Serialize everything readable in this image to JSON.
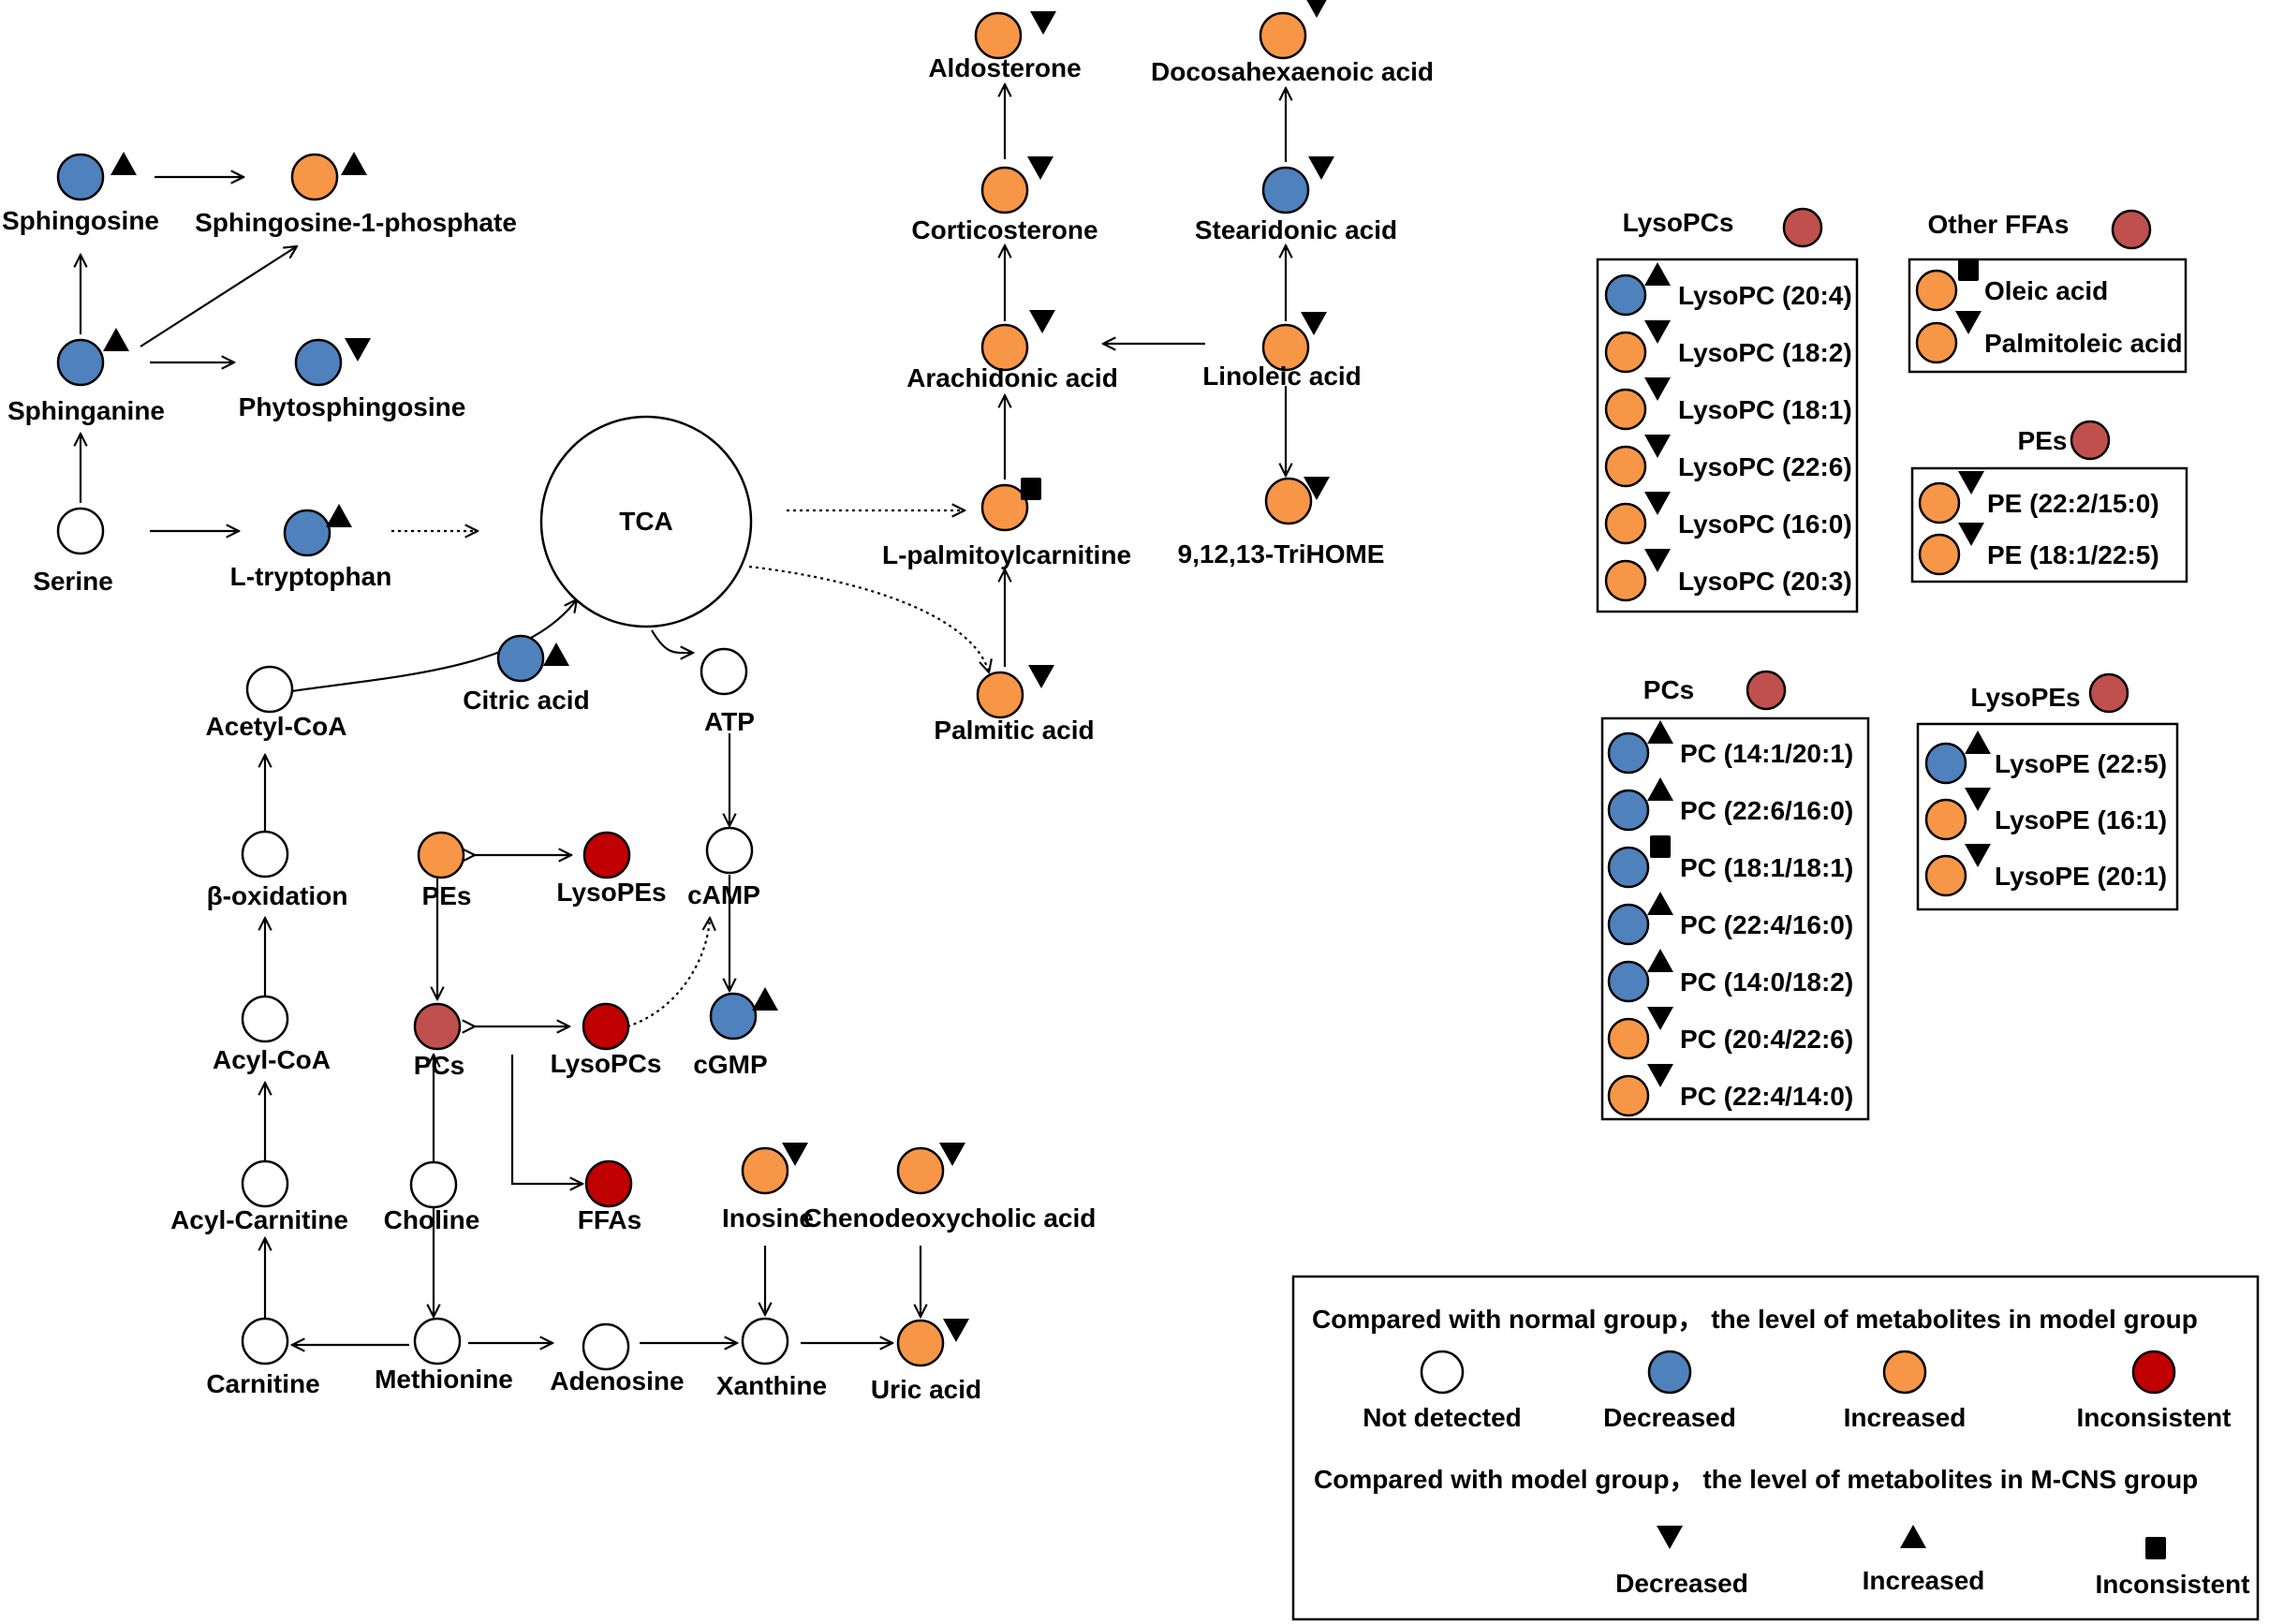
{
  "colors": {
    "not_detected": "#ffffff",
    "decreased": "#4f81bd",
    "increased": "#f79646",
    "inconsistent": "#c00000",
    "group_header": "#c0504d",
    "pcs_node": "#c0504d",
    "stroke": "#000000"
  },
  "nodes": {
    "sphingosine": {
      "label": "Sphingosine",
      "status": "decreased",
      "mark": "up"
    },
    "s1p": {
      "label": "Sphingosine-1-phosphate",
      "status": "increased",
      "mark": "up"
    },
    "sphinganine": {
      "label": "Sphinganine",
      "status": "decreased",
      "mark": "up"
    },
    "phytosphingosine": {
      "label": "Phytosphingosine",
      "status": "decreased",
      "mark": "down"
    },
    "serine": {
      "label": "Serine",
      "status": "not_detected",
      "mark": ""
    },
    "tryptophan": {
      "label": "L-tryptophan",
      "status": "decreased",
      "mark": "up"
    },
    "tca": {
      "label": "TCA"
    },
    "citric": {
      "label": "Citric acid",
      "status": "decreased",
      "mark": "up"
    },
    "acetylcoa": {
      "label": "Acetyl-CoA",
      "status": "not_detected",
      "mark": ""
    },
    "atp": {
      "label": "ATP",
      "status": "not_detected",
      "mark": ""
    },
    "boxidation": {
      "label": "β-oxidation",
      "status": "not_detected",
      "mark": ""
    },
    "acylcoa": {
      "label": "Acyl-CoA",
      "status": "not_detected",
      "mark": ""
    },
    "acylcarnitine": {
      "label": "Acyl-Carnitine",
      "status": "not_detected",
      "mark": ""
    },
    "carnitine": {
      "label": "Carnitine",
      "status": "not_detected",
      "mark": ""
    },
    "pes": {
      "label": "PEs",
      "status": "increased",
      "mark": ""
    },
    "lysopes": {
      "label": "LysoPEs",
      "status": "inconsistent",
      "mark": ""
    },
    "camp": {
      "label": "cAMP",
      "status": "not_detected",
      "mark": ""
    },
    "pcs": {
      "label": "PCs",
      "status": "pcs_node",
      "mark": ""
    },
    "lysopcs": {
      "label": "LysoPCs",
      "status": "inconsistent",
      "mark": ""
    },
    "cgmp": {
      "label": "cGMP",
      "status": "decreased",
      "mark": "up"
    },
    "choline": {
      "label": "Choline",
      "status": "not_detected",
      "mark": ""
    },
    "ffas": {
      "label": "FFAs",
      "status": "inconsistent",
      "mark": ""
    },
    "methionine": {
      "label": "Methionine",
      "status": "not_detected",
      "mark": ""
    },
    "adenosine": {
      "label": "Adenosine",
      "status": "not_detected",
      "mark": ""
    },
    "xanthine": {
      "label": "Xanthine",
      "status": "not_detected",
      "mark": ""
    },
    "inosine": {
      "label": "Inosine",
      "status": "increased",
      "mark": "down"
    },
    "cdca": {
      "label": "Chenodeoxycholic acid",
      "status": "increased",
      "mark": "down"
    },
    "uric": {
      "label": "Uric acid",
      "status": "increased",
      "mark": "down"
    },
    "aldosterone": {
      "label": "Aldosterone",
      "status": "increased",
      "mark": "down"
    },
    "corticosterone": {
      "label": "Corticosterone",
      "status": "increased",
      "mark": "down"
    },
    "arachidonic": {
      "label": "Arachidonic acid",
      "status": "increased",
      "mark": "down"
    },
    "palmitoylcarnitine": {
      "label": "L-palmitoylcarnitine",
      "status": "increased",
      "mark": "square"
    },
    "palmitic": {
      "label": "Palmitic acid",
      "status": "increased",
      "mark": "down"
    },
    "dha": {
      "label": "Docosahexaenoic acid",
      "status": "increased",
      "mark": "down"
    },
    "stearidonic": {
      "label": "Stearidonic acid",
      "status": "decreased",
      "mark": "down"
    },
    "linoleic": {
      "label": "Linoleic acid",
      "status": "increased",
      "mark": "down"
    },
    "trihome": {
      "label": "9,12,13-TriHOME",
      "status": "increased",
      "mark": "down"
    }
  },
  "groups": {
    "lysopcs": {
      "title": "LysoPCs",
      "items": [
        {
          "label": "LysoPC (20:4)",
          "status": "decreased",
          "mark": "up"
        },
        {
          "label": "LysoPC (18:2)",
          "status": "increased",
          "mark": "down"
        },
        {
          "label": "LysoPC (18:1)",
          "status": "increased",
          "mark": "down"
        },
        {
          "label": "LysoPC (22:6)",
          "status": "increased",
          "mark": "down"
        },
        {
          "label": "LysoPC (16:0)",
          "status": "increased",
          "mark": "down"
        },
        {
          "label": "LysoPC (20:3)",
          "status": "increased",
          "mark": "down"
        }
      ]
    },
    "otherffas": {
      "title": "Other FFAs",
      "items": [
        {
          "label": "Oleic acid",
          "status": "increased",
          "mark": "square"
        },
        {
          "label": "Palmitoleic acid",
          "status": "increased",
          "mark": "down"
        }
      ]
    },
    "pes": {
      "title": "PEs",
      "items": [
        {
          "label": "PE (22:2/15:0)",
          "status": "increased",
          "mark": "down"
        },
        {
          "label": "PE (18:1/22:5)",
          "status": "increased",
          "mark": "down"
        }
      ]
    },
    "pcs": {
      "title": "PCs",
      "items": [
        {
          "label": "PC (14:1/20:1)",
          "status": "decreased",
          "mark": "up"
        },
        {
          "label": "PC (22:6/16:0)",
          "status": "decreased",
          "mark": "up"
        },
        {
          "label": "PC (18:1/18:1)",
          "status": "decreased",
          "mark": "square"
        },
        {
          "label": "PC (22:4/16:0)",
          "status": "decreased",
          "mark": "up"
        },
        {
          "label": "PC (14:0/18:2)",
          "status": "decreased",
          "mark": "up"
        },
        {
          "label": "PC (20:4/22:6)",
          "status": "increased",
          "mark": "down"
        },
        {
          "label": "PC (22:4/14:0)",
          "status": "increased",
          "mark": "down"
        }
      ]
    },
    "lysopes": {
      "title": "LysoPEs",
      "items": [
        {
          "label": "LysoPE (22:5)",
          "status": "decreased",
          "mark": "up"
        },
        {
          "label": "LysoPE (16:1)",
          "status": "increased",
          "mark": "down"
        },
        {
          "label": "LysoPE (20:1)",
          "status": "increased",
          "mark": "down"
        }
      ]
    }
  },
  "legend": {
    "line1": "Compared with normal group， the level of metabolites in model group",
    "not_detected": "Not detected",
    "decreased": "Decreased",
    "increased": "Increased",
    "inconsistent": "Inconsistent",
    "line2": "Compared with model group， the level of metabolites in M-CNS group",
    "tri_down": "Decreased",
    "tri_up": "Increased",
    "square": "Inconsistent"
  }
}
